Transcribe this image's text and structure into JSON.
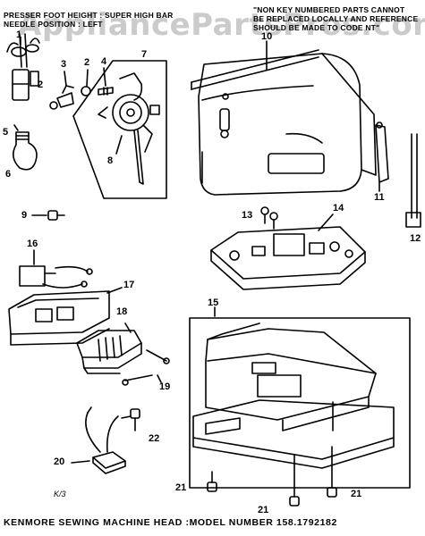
{
  "watermark": "AppliancePartsPros.com",
  "notes": {
    "top_left_line1": "PRESSER FOOT HEIGHT : SUPER HIGH BAR",
    "top_left_line2": "NEEDLE POSITION : LEFT",
    "top_right_line1": "\"NON KEY NUMBERED PARTS CANNOT",
    "top_right_line2": "BE REPLACED LOCALLY AND REFERENCE",
    "top_right_line3": "SHOULD BE MADE TO CODE NT\""
  },
  "labels": [
    "1",
    "2",
    "3",
    "4",
    "2",
    "5",
    "6",
    "7",
    "8",
    "9",
    "10",
    "11",
    "12",
    "13",
    "14",
    "15",
    "16",
    "17",
    "18",
    "19",
    "20",
    "21",
    "21",
    "21",
    "22"
  ],
  "corner_mark": "K/3",
  "footer": "KENMORE SEWING MACHINE HEAD :MODEL NUMBER 158.1792182"
}
